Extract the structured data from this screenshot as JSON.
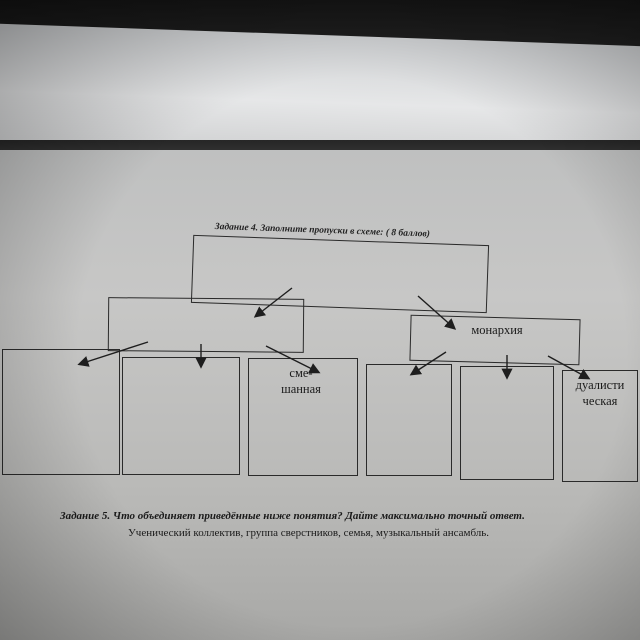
{
  "task4": {
    "title": "Задание 4. Заполните пропуски в схеме:  ( 8 баллов)"
  },
  "diagram": {
    "boxes": [
      {
        "id": "root",
        "label": ""
      },
      {
        "id": "left-mid",
        "label": ""
      },
      {
        "id": "right-mid",
        "label": "монархия"
      },
      {
        "id": "left-1",
        "label": ""
      },
      {
        "id": "left-2",
        "label": ""
      },
      {
        "id": "left-3",
        "label_line1": "сме-",
        "label_line2": "шанная"
      },
      {
        "id": "right-1",
        "label": ""
      },
      {
        "id": "right-2",
        "label": ""
      },
      {
        "id": "right-3",
        "label_line1": "дуалисти",
        "label_line2": "ческая"
      }
    ]
  },
  "task5": {
    "title": "Задание 5. Что объединяет приведённые ниже понятия? Дайте максимально точный ответ.",
    "text": "Ученический коллектив, группа сверстников, семья, музыкальный  ансамбль."
  }
}
